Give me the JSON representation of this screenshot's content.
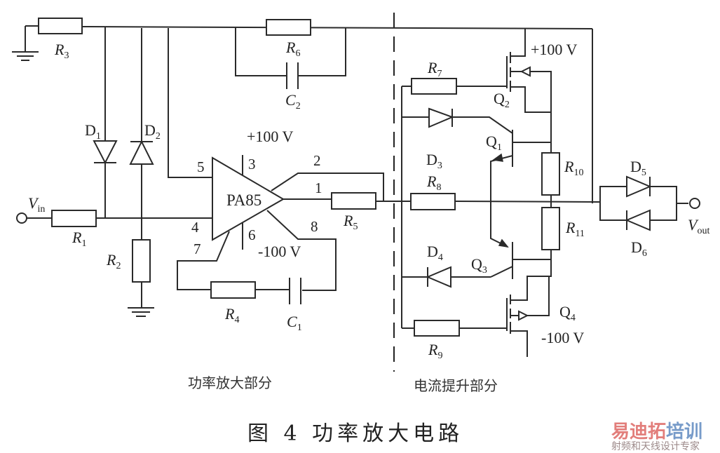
{
  "figure": {
    "title": "图 4    功率放大电路",
    "section_left": "功率放大部分",
    "section_right": "电流提升部分"
  },
  "amplifier": {
    "name": "PA85",
    "supply_pos": "+100 V",
    "supply_neg": "-100 V",
    "pins": {
      "p1": "1",
      "p2": "2",
      "p3": "3",
      "p4": "4",
      "p5": "5",
      "p6": "6",
      "p7": "7",
      "p8": "8"
    }
  },
  "components": {
    "R1": {
      "main": "R",
      "sub": "1"
    },
    "R2": {
      "main": "R",
      "sub": "2"
    },
    "R3": {
      "main": "R",
      "sub": "3"
    },
    "R4": {
      "main": "R",
      "sub": "4"
    },
    "R5": {
      "main": "R",
      "sub": "5"
    },
    "R6": {
      "main": "R",
      "sub": "6"
    },
    "R7": {
      "main": "R",
      "sub": "7"
    },
    "R8": {
      "main": "R",
      "sub": "8"
    },
    "R9": {
      "main": "R",
      "sub": "9"
    },
    "R10": {
      "main": "R",
      "sub": "10"
    },
    "R11": {
      "main": "R",
      "sub": "11"
    },
    "C1": {
      "main": "C",
      "sub": "1"
    },
    "C2": {
      "main": "C",
      "sub": "2"
    },
    "D1": {
      "main": "D",
      "sub": "1"
    },
    "D2": {
      "main": "D",
      "sub": "2"
    },
    "D3": {
      "main": "D",
      "sub": "3"
    },
    "D4": {
      "main": "D",
      "sub": "4"
    },
    "D5": {
      "main": "D",
      "sub": "5"
    },
    "D6": {
      "main": "D",
      "sub": "6"
    },
    "Q1": {
      "main": "Q",
      "sub": "1"
    },
    "Q2": {
      "main": "Q",
      "sub": "2"
    },
    "Q3": {
      "main": "Q",
      "sub": "3"
    },
    "Q4": {
      "main": "Q",
      "sub": "4"
    }
  },
  "terminals": {
    "vin": {
      "main": "V",
      "sub": "in"
    },
    "vout": {
      "main": "V",
      "sub": "out"
    }
  },
  "boost_supplies": {
    "pos": "+100 V",
    "neg": "-100 V"
  },
  "watermark": {
    "line1_red": "易迪拓",
    "line1_blue": "培训",
    "line2": "射频和天线设计专家",
    "red": "#d9534f",
    "blue": "#4a7ab8"
  }
}
